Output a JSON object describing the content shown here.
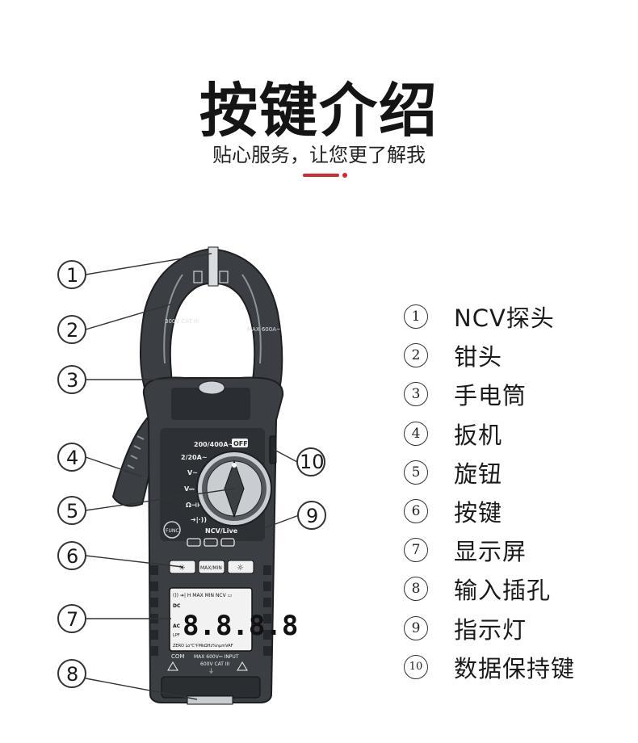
{
  "header": {
    "title": "按键介绍",
    "subtitle": "贴心服务，让您更了解我"
  },
  "colors": {
    "accent": "#d6262f",
    "device_body": "#3b3f44",
    "device_dark": "#24272b",
    "display": "#f2f2f2"
  },
  "callouts": [
    "1",
    "2",
    "3",
    "4",
    "5",
    "6",
    "7",
    "8",
    "9",
    "10"
  ],
  "legend": [
    {
      "num": "1",
      "label": "NCV探头"
    },
    {
      "num": "2",
      "label": "钳头"
    },
    {
      "num": "3",
      "label": "手电筒"
    },
    {
      "num": "4",
      "label": "扳机"
    },
    {
      "num": "5",
      "label": "旋钮"
    },
    {
      "num": "6",
      "label": "按键"
    },
    {
      "num": "7",
      "label": "显示屏"
    },
    {
      "num": "8",
      "label": "输入插孔"
    },
    {
      "num": "9",
      "label": "指示灯"
    },
    {
      "num": "10",
      "label": "数据保持键"
    }
  ],
  "device": {
    "jaw_left_warning": "300V CAT III",
    "jaw_right_warning": "MAX 600A~",
    "range_ac_clamp": "200/400A~",
    "off": "OFF",
    "range_small": "2/20A~",
    "v_ac": "V~",
    "v_dc": "V⎓",
    "ohm_cap": "Ω⊣⊢",
    "diode_cont": "➔|·))",
    "ncv_live": "NCV/Live",
    "func": "FUNC",
    "btn_light": "☀",
    "btn_maxmin": "MAX/MIN",
    "btn_hold": "☼",
    "lcd_top": "()) ➔| H MAX MIN NCV ▭",
    "lcd_dc": "DC",
    "lcd_ac": "AC",
    "lcd_lpf": "LPF",
    "lcd_digits": "8.8.8.8",
    "lcd_bottom": "ZERO Lo℃℉MkΩHz%nμmVAF",
    "com": "COM",
    "input": "MAX 600V⎓ INPUT",
    "cat": "600V CAT III",
    "ground": "⏚"
  }
}
